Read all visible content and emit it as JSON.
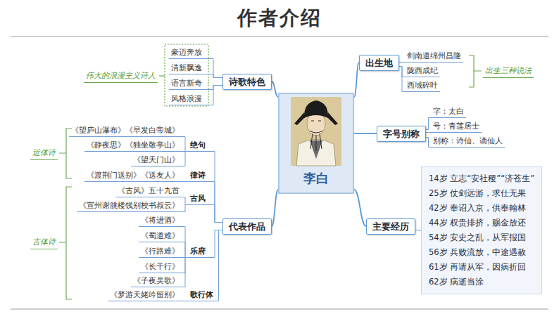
{
  "diagram": {
    "title": "作者介绍",
    "nodes": [
      {
        "text": [
          "李白"
        ]
      },
      {
        "text": [
          "诗歌特色"
        ]
      },
      {
        "text": [
          "豪迈奔放"
        ]
      },
      {
        "text": [
          "清新飘逸"
        ]
      },
      {
        "text": [
          "语言新奇"
        ]
      },
      {
        "text": [
          "风格浪漫"
        ]
      },
      {
        "text": [
          "伟大的浪漫主义诗人"
        ]
      },
      {
        "text": [
          "出生地"
        ]
      },
      {
        "text": [
          "剑南道绵州昌隆"
        ]
      },
      {
        "text": [
          "陇西成纪"
        ]
      },
      {
        "text": [
          "西域碎叶"
        ]
      },
      {
        "text": [
          "出生三种说法"
        ]
      },
      {
        "text": [
          "字号别称"
        ]
      },
      {
        "text": [
          "字：太白"
        ]
      },
      {
        "text": [
          "号：青莲居士"
        ]
      },
      {
        "text": [
          "别称：诗仙、谪仙人"
        ]
      },
      {
        "text": [
          "代表作品"
        ]
      },
      {
        "text": [
          "绝句"
        ]
      },
      {
        "text": [
          "律诗"
        ]
      },
      {
        "text": [
          "古风"
        ]
      },
      {
        "text": [
          "乐府"
        ]
      },
      {
        "text": [
          "歌行体"
        ]
      },
      {
        "text": [
          "《望庐山瀑布》《早发白帝城》"
        ]
      },
      {
        "text": [
          "《静夜思》《独坐敬亭山》"
        ]
      },
      {
        "text": [
          "《望天门山》"
        ]
      },
      {
        "text": [
          "《渡荆门送别》《送友人》"
        ]
      },
      {
        "text": [
          "《古风》五十九首"
        ]
      },
      {
        "text": [
          "《宣州谢朓楼饯别校书叔云》"
        ]
      },
      {
        "text": [
          "《将进酒》"
        ]
      },
      {
        "text": [
          "《蜀道难》"
        ]
      },
      {
        "text": [
          "《行路难》"
        ]
      },
      {
        "text": [
          "《长干行》"
        ]
      },
      {
        "text": [
          "《子夜吴歌》"
        ]
      },
      {
        "text": [
          "《梦游天姥吟留别》"
        ]
      },
      {
        "text": [
          "近体诗"
        ]
      },
      {
        "text": [
          "古体诗"
        ]
      },
      {
        "text": [
          "主要经历"
        ]
      },
      {
        "text": [
          "14岁 立志“安社稷”“济苍生”",
          "25岁 仗剑远游，求仕无果",
          "42岁 奉诏入京，供奉翰林",
          "44岁 权贵排挤，赐金放还",
          "54岁 安史之乱，从军报国",
          "56岁 兵败流放，中途遇赦",
          "61岁 再请从军，因病折回",
          "62岁 病逝当涂"
        ]
      }
    ],
    "edges": [
      {
        "from": 0,
        "to": 1,
        "arrow": "none"
      },
      {
        "from": 0,
        "to": 7,
        "arrow": "none"
      },
      {
        "from": 0,
        "to": 12,
        "arrow": "none"
      },
      {
        "from": 0,
        "to": 36,
        "arrow": "none"
      },
      {
        "from": 0,
        "to": 16,
        "arrow": "none"
      },
      {
        "from": 1,
        "to": 2,
        "arrow": "none"
      },
      {
        "from": 1,
        "to": 3,
        "arrow": "none"
      },
      {
        "from": 1,
        "to": 4,
        "arrow": "none"
      },
      {
        "from": 1,
        "to": 5,
        "arrow": "none"
      },
      {
        "from": 7,
        "to": 8,
        "arrow": "none"
      },
      {
        "from": 7,
        "to": 9,
        "arrow": "none"
      },
      {
        "from": 7,
        "to": 10,
        "arrow": "none"
      },
      {
        "from": 12,
        "to": 13,
        "arrow": "none"
      },
      {
        "from": 12,
        "to": 14,
        "arrow": "none"
      },
      {
        "from": 12,
        "to": 15,
        "arrow": "none"
      },
      {
        "from": 36,
        "to": 37,
        "arrow": "none"
      },
      {
        "from": 16,
        "to": 17,
        "arrow": "none"
      },
      {
        "from": 16,
        "to": 18,
        "arrow": "none"
      },
      {
        "from": 16,
        "to": 19,
        "arrow": "none"
      },
      {
        "from": 16,
        "to": 20,
        "arrow": "none"
      },
      {
        "from": 16,
        "to": 21,
        "arrow": "none"
      },
      {
        "from": 17,
        "to": 22,
        "arrow": "none"
      },
      {
        "from": 17,
        "to": 23,
        "arrow": "none"
      },
      {
        "from": 17,
        "to": 24,
        "arrow": "none"
      },
      {
        "from": 18,
        "to": 25,
        "arrow": "none"
      },
      {
        "from": 19,
        "to": 26,
        "arrow": "none"
      },
      {
        "from": 19,
        "to": 27,
        "arrow": "none"
      },
      {
        "from": 20,
        "to": 28,
        "arrow": "none"
      },
      {
        "from": 20,
        "to": 29,
        "arrow": "none"
      },
      {
        "from": 20,
        "to": 30,
        "arrow": "none"
      },
      {
        "from": 20,
        "to": 31,
        "arrow": "none"
      },
      {
        "from": 20,
        "to": 32,
        "arrow": "none"
      },
      {
        "from": 21,
        "to": 33,
        "arrow": "none"
      }
    ]
  }
}
